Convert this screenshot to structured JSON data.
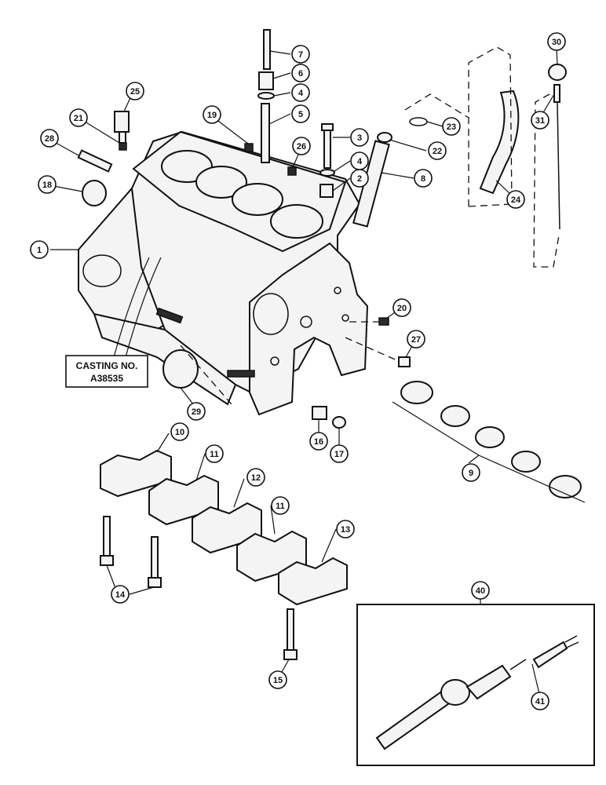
{
  "casting_label": {
    "line1": "CASTING NO.",
    "line2": "A38535"
  },
  "callouts": [
    "1",
    "2",
    "3",
    "4",
    "4",
    "5",
    "6",
    "7",
    "8",
    "9",
    "10",
    "11",
    "11",
    "12",
    "13",
    "14",
    "15",
    "16",
    "17",
    "18",
    "19",
    "20",
    "21",
    "22",
    "23",
    "24",
    "25",
    "26",
    "27",
    "28",
    "29",
    "30",
    "31",
    "40",
    "41"
  ]
}
